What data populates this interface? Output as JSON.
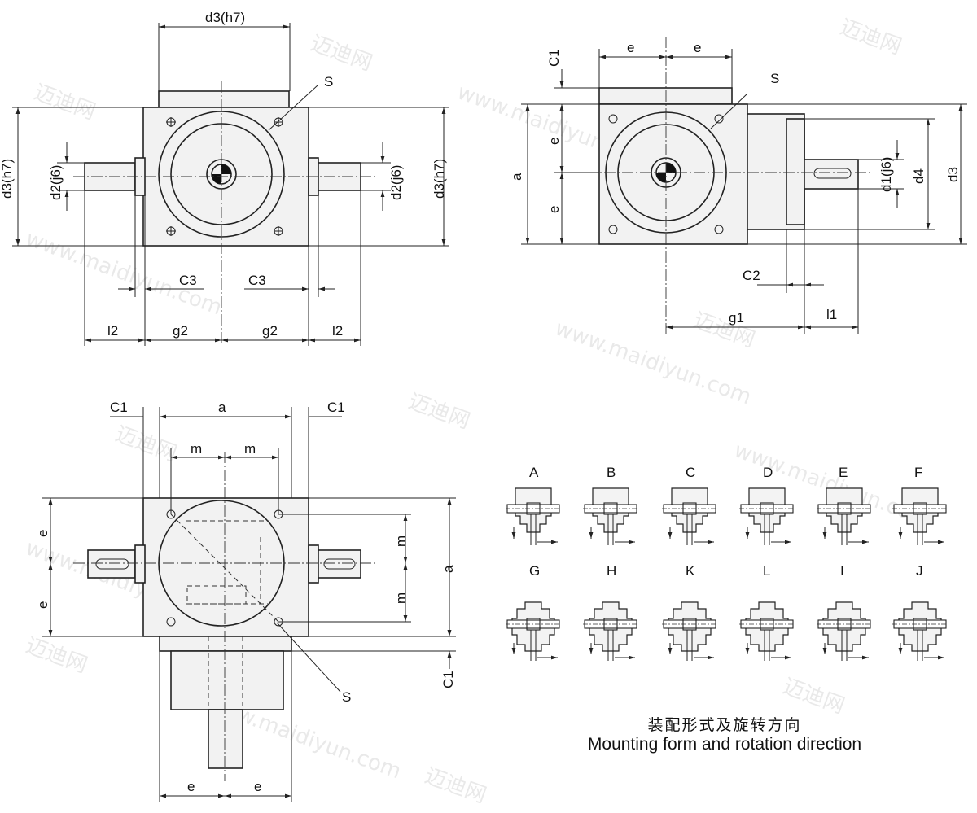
{
  "view_top_left": {
    "dims": [
      "d3(h7)",
      "S",
      "d3(h7)",
      "d2(j6)",
      "d2(j6)",
      "d3(h7)",
      "C3",
      "C3",
      "l2",
      "g2",
      "g2",
      "l2"
    ]
  },
  "view_top_right": {
    "dims": [
      "C1",
      "e",
      "e",
      "S",
      "e",
      "a",
      "e",
      "d1(j6)",
      "d4",
      "d3",
      "C2",
      "g1",
      "l1"
    ]
  },
  "view_bottom_left": {
    "dims": [
      "C1",
      "a",
      "C1",
      "m",
      "m",
      "e",
      "m",
      "a",
      "e",
      "m",
      "C1",
      "S",
      "e",
      "e"
    ]
  },
  "mounting": {
    "row1": [
      "A",
      "B",
      "C",
      "D",
      "E",
      "F"
    ],
    "row2": [
      "G",
      "H",
      "K",
      "L",
      "I",
      "J"
    ],
    "caption_cn": "装配形式及旋转方向",
    "caption_en": "Mounting form and rotation direction"
  },
  "watermark": {
    "cn": "迈迪网",
    "url": "www.maidiyun.com"
  }
}
